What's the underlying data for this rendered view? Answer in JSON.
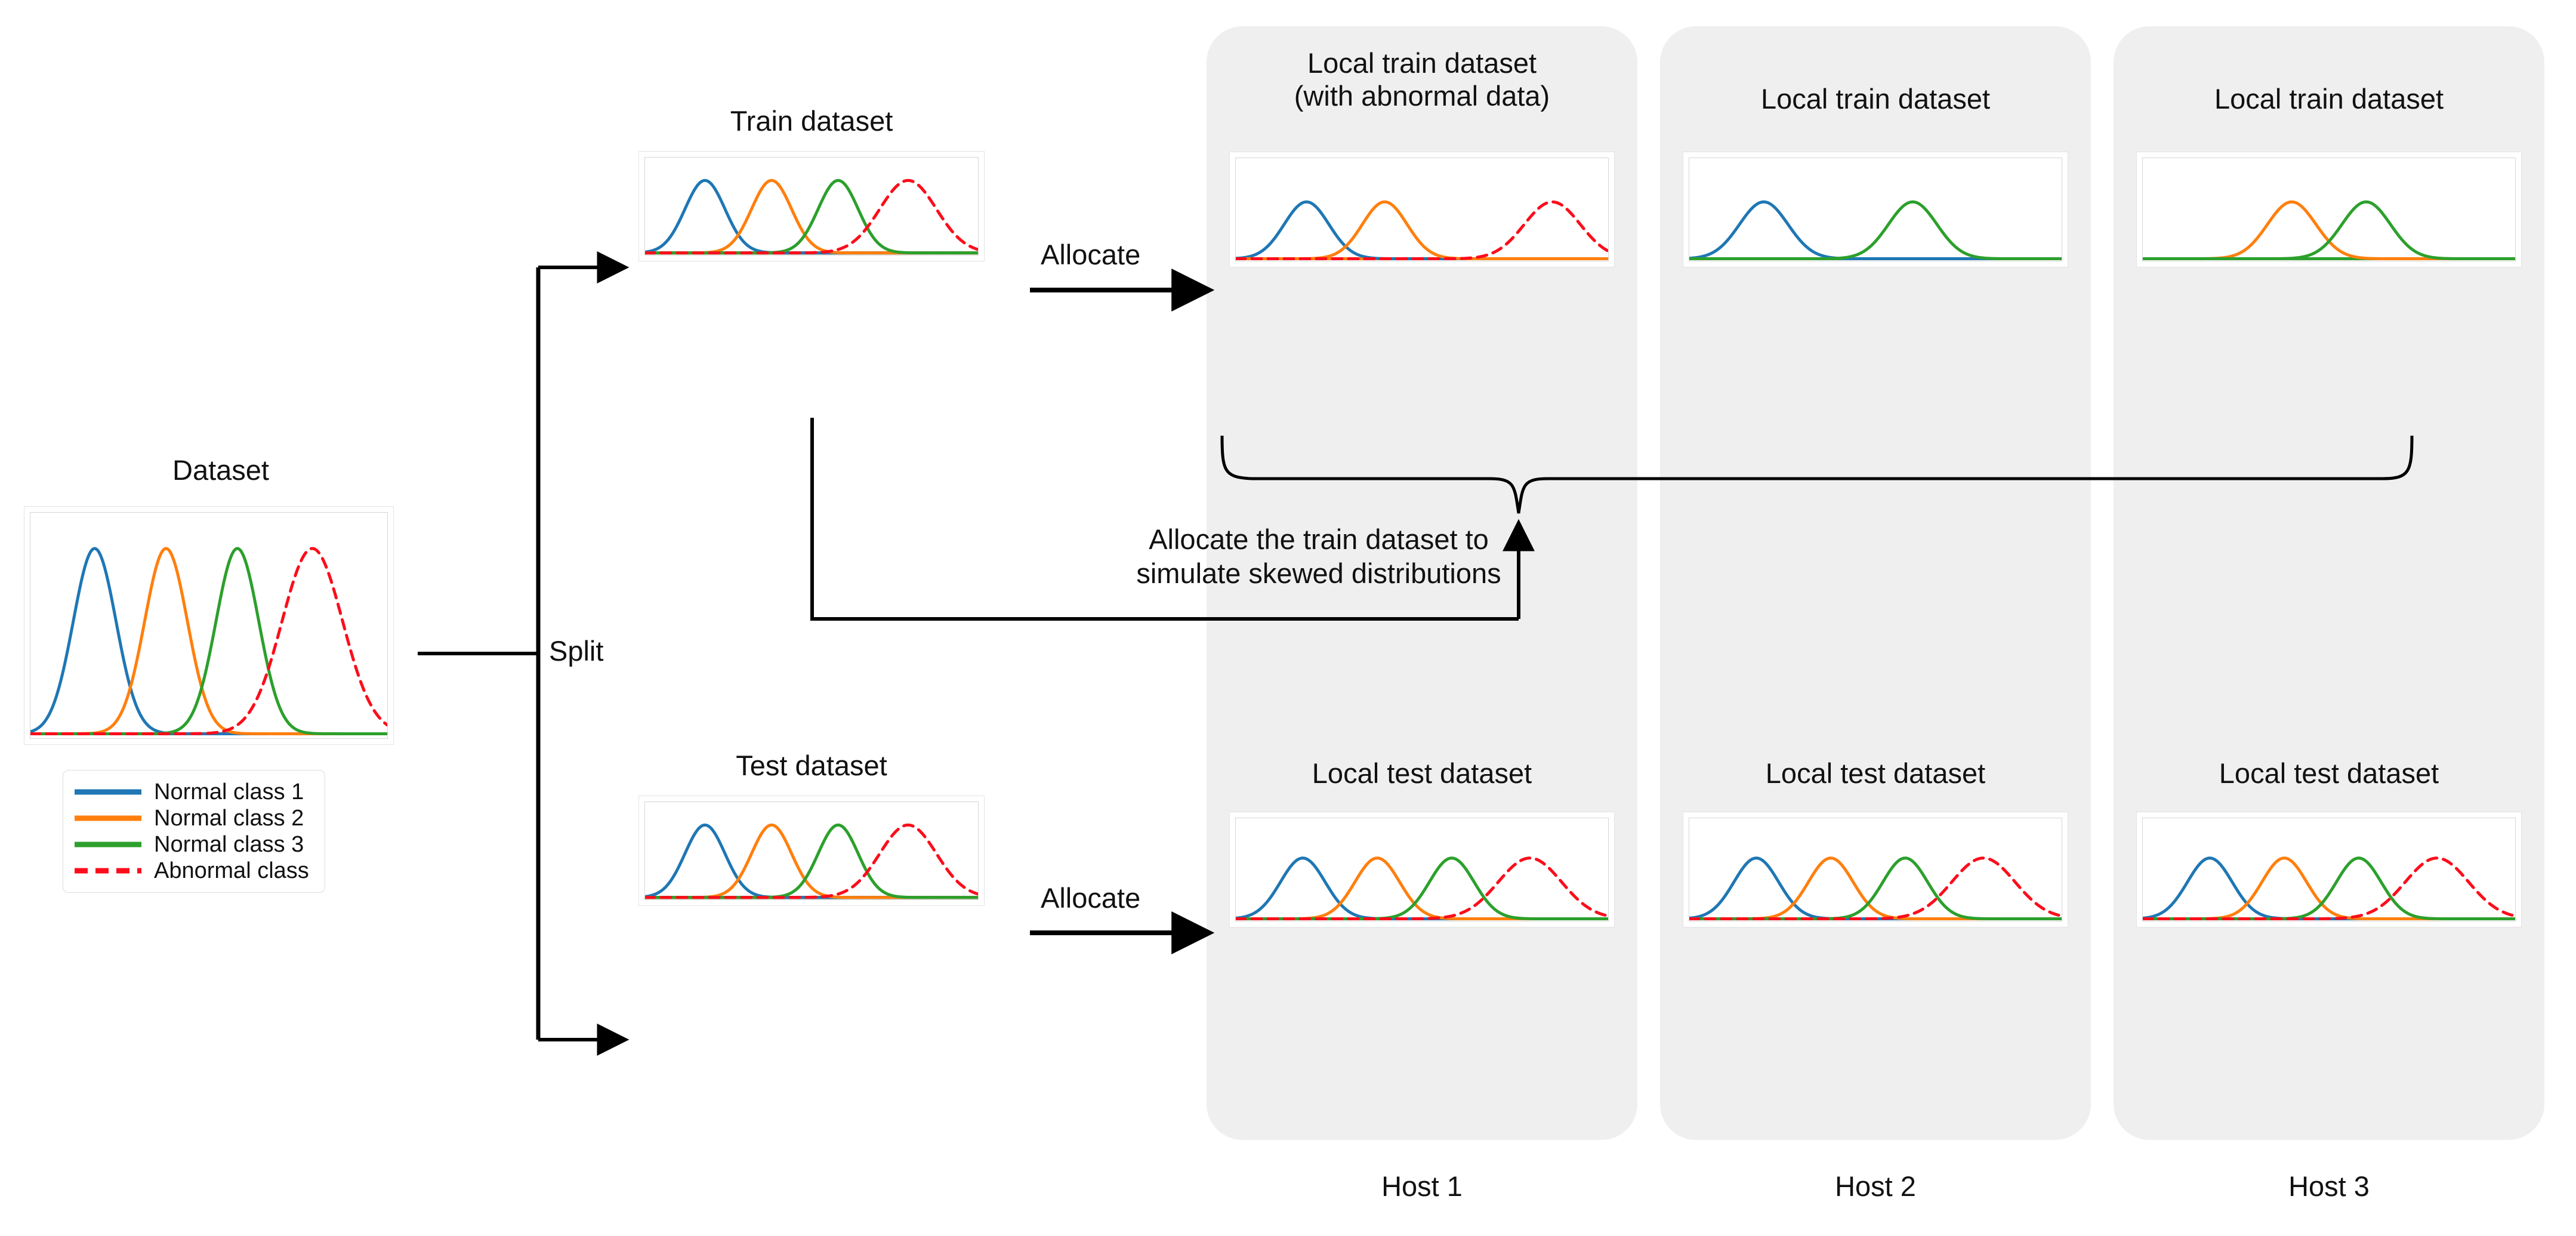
{
  "figure": {
    "title": "Federated dataset split and allocation diagram",
    "background": "#ffffff",
    "host_panel_color": "#efefef"
  },
  "colors": {
    "normal_class_1": "#1f77b4",
    "normal_class_2": "#ff7f0e",
    "normal_class_3": "#2ca02c",
    "abnormal_class": "#fc0d1b",
    "arrow": "#000000",
    "panel_gray": "#efefef",
    "frame_border": "#d6d6d6"
  },
  "legend": {
    "position": "below-dataset-panel",
    "entries": [
      {
        "label": "Normal class 1",
        "color": "#1f77b4",
        "style": "solid"
      },
      {
        "label": "Normal class 2",
        "color": "#ff7f0e",
        "style": "solid"
      },
      {
        "label": "Normal class 3",
        "color": "#2ca02c",
        "style": "solid"
      },
      {
        "label": "Abnormal class",
        "color": "#fc0d1b",
        "style": "dashed"
      }
    ]
  },
  "labels": {
    "dataset": "Dataset",
    "train_dataset": "Train dataset",
    "test_dataset": "Test dataset",
    "split": "Split",
    "allocate_train": "Allocate",
    "allocate_test": "Allocate",
    "skew_note": "Allocate the train dataset to\nsimulate skewed distributions",
    "local_train_host1": "Local train dataset\n(with abnormal data)",
    "local_train_host2": "Local train dataset",
    "local_train_host3": "Local train dataset",
    "local_test_host1": "Local test dataset",
    "local_test_host2": "Local test dataset",
    "local_test_host3": "Local test dataset",
    "host1": "Host 1",
    "host2": "Host 2",
    "host3": "Host 3"
  },
  "chart_data": [
    {
      "id": "dataset",
      "type": "line",
      "title": "Dataset",
      "xlabel": "",
      "ylabel": "",
      "xlim": [
        0,
        100
      ],
      "ylim": [
        0,
        1
      ],
      "grid": false,
      "legend_position": "below",
      "series": [
        {
          "name": "Normal class 1",
          "color": "#1f77b4",
          "style": "solid",
          "shape": "gaussian",
          "mean": 18,
          "sigma": 6.0,
          "peak": 0.86
        },
        {
          "name": "Normal class 2",
          "color": "#ff7f0e",
          "style": "solid",
          "shape": "gaussian",
          "mean": 38,
          "sigma": 6.0,
          "peak": 0.86
        },
        {
          "name": "Normal class 3",
          "color": "#2ca02c",
          "style": "solid",
          "shape": "gaussian",
          "mean": 58,
          "sigma": 6.0,
          "peak": 0.86
        },
        {
          "name": "Abnormal class",
          "color": "#fc0d1b",
          "style": "dashed",
          "shape": "gaussian",
          "mean": 79,
          "sigma": 8.5,
          "peak": 0.86
        }
      ]
    },
    {
      "id": "train_dataset",
      "type": "line",
      "title": "Train dataset",
      "xlim": [
        0,
        100
      ],
      "ylim": [
        0,
        1
      ],
      "grid": false,
      "series": [
        {
          "name": "Normal class 1",
          "color": "#1f77b4",
          "style": "solid",
          "shape": "gaussian",
          "mean": 18,
          "sigma": 6.0,
          "peak": 0.78
        },
        {
          "name": "Normal class 2",
          "color": "#ff7f0e",
          "style": "solid",
          "shape": "gaussian",
          "mean": 38,
          "sigma": 6.0,
          "peak": 0.78
        },
        {
          "name": "Normal class 3",
          "color": "#2ca02c",
          "style": "solid",
          "shape": "gaussian",
          "mean": 58,
          "sigma": 6.0,
          "peak": 0.78
        },
        {
          "name": "Abnormal class",
          "color": "#fc0d1b",
          "style": "dashed",
          "shape": "gaussian",
          "mean": 79,
          "sigma": 8.5,
          "peak": 0.78
        }
      ]
    },
    {
      "id": "test_dataset",
      "type": "line",
      "title": "Test dataset",
      "xlim": [
        0,
        100
      ],
      "ylim": [
        0,
        1
      ],
      "grid": false,
      "series": [
        {
          "name": "Normal class 1",
          "color": "#1f77b4",
          "style": "solid",
          "shape": "gaussian",
          "mean": 18,
          "sigma": 6.0,
          "peak": 0.78
        },
        {
          "name": "Normal class 2",
          "color": "#ff7f0e",
          "style": "solid",
          "shape": "gaussian",
          "mean": 38,
          "sigma": 6.0,
          "peak": 0.78
        },
        {
          "name": "Normal class 3",
          "color": "#2ca02c",
          "style": "solid",
          "shape": "gaussian",
          "mean": 58,
          "sigma": 6.0,
          "peak": 0.78
        },
        {
          "name": "Abnormal class",
          "color": "#fc0d1b",
          "style": "dashed",
          "shape": "gaussian",
          "mean": 79,
          "sigma": 8.5,
          "peak": 0.78
        }
      ]
    },
    {
      "id": "local_train_host1",
      "type": "line",
      "title": "Local train dataset (with abnormal data)",
      "xlim": [
        0,
        100
      ],
      "ylim": [
        0,
        1
      ],
      "grid": false,
      "series": [
        {
          "name": "Normal class 1",
          "color": "#1f77b4",
          "style": "solid",
          "shape": "gaussian",
          "mean": 19,
          "sigma": 6.0,
          "peak": 0.58
        },
        {
          "name": "Normal class 2",
          "color": "#ff7f0e",
          "style": "solid",
          "shape": "gaussian",
          "mean": 40,
          "sigma": 6.0,
          "peak": 0.58
        },
        {
          "name": "Abnormal class",
          "color": "#fc0d1b",
          "style": "dashed",
          "shape": "gaussian",
          "mean": 85,
          "sigma": 7.5,
          "peak": 0.58
        }
      ]
    },
    {
      "id": "local_train_host2",
      "type": "line",
      "title": "Local train dataset",
      "xlim": [
        0,
        100
      ],
      "ylim": [
        0,
        1
      ],
      "grid": false,
      "series": [
        {
          "name": "Normal class 1",
          "color": "#1f77b4",
          "style": "solid",
          "shape": "gaussian",
          "mean": 20,
          "sigma": 6.5,
          "peak": 0.58
        },
        {
          "name": "Normal class 3",
          "color": "#2ca02c",
          "style": "solid",
          "shape": "gaussian",
          "mean": 60,
          "sigma": 6.5,
          "peak": 0.58
        }
      ]
    },
    {
      "id": "local_train_host3",
      "type": "line",
      "title": "Local train dataset",
      "xlim": [
        0,
        100
      ],
      "ylim": [
        0,
        1
      ],
      "grid": false,
      "series": [
        {
          "name": "Normal class 2",
          "color": "#ff7f0e",
          "style": "solid",
          "shape": "gaussian",
          "mean": 40,
          "sigma": 6.5,
          "peak": 0.58
        },
        {
          "name": "Normal class 3",
          "color": "#2ca02c",
          "style": "solid",
          "shape": "gaussian",
          "mean": 60,
          "sigma": 6.5,
          "peak": 0.58
        }
      ]
    },
    {
      "id": "local_test_host1",
      "type": "line",
      "title": "Local test dataset",
      "xlim": [
        0,
        100
      ],
      "ylim": [
        0,
        1
      ],
      "grid": false,
      "series": [
        {
          "name": "Normal class 1",
          "color": "#1f77b4",
          "style": "solid",
          "shape": "gaussian",
          "mean": 18,
          "sigma": 6.0,
          "peak": 0.62
        },
        {
          "name": "Normal class 2",
          "color": "#ff7f0e",
          "style": "solid",
          "shape": "gaussian",
          "mean": 38,
          "sigma": 6.0,
          "peak": 0.62
        },
        {
          "name": "Normal class 3",
          "color": "#2ca02c",
          "style": "solid",
          "shape": "gaussian",
          "mean": 58,
          "sigma": 6.0,
          "peak": 0.62
        },
        {
          "name": "Abnormal class",
          "color": "#fc0d1b",
          "style": "dashed",
          "shape": "gaussian",
          "mean": 79,
          "sigma": 8.5,
          "peak": 0.62
        }
      ]
    },
    {
      "id": "local_test_host2",
      "type": "line",
      "title": "Local test dataset",
      "xlim": [
        0,
        100
      ],
      "ylim": [
        0,
        1
      ],
      "grid": false,
      "series": [
        {
          "name": "Normal class 1",
          "color": "#1f77b4",
          "style": "solid",
          "shape": "gaussian",
          "mean": 18,
          "sigma": 6.0,
          "peak": 0.62
        },
        {
          "name": "Normal class 2",
          "color": "#ff7f0e",
          "style": "solid",
          "shape": "gaussian",
          "mean": 38,
          "sigma": 6.0,
          "peak": 0.62
        },
        {
          "name": "Normal class 3",
          "color": "#2ca02c",
          "style": "solid",
          "shape": "gaussian",
          "mean": 58,
          "sigma": 6.0,
          "peak": 0.62
        },
        {
          "name": "Abnormal class",
          "color": "#fc0d1b",
          "style": "dashed",
          "shape": "gaussian",
          "mean": 79,
          "sigma": 8.5,
          "peak": 0.62
        }
      ]
    },
    {
      "id": "local_test_host3",
      "type": "line",
      "title": "Local test dataset",
      "xlim": [
        0,
        100
      ],
      "ylim": [
        0,
        1
      ],
      "grid": false,
      "series": [
        {
          "name": "Normal class 1",
          "color": "#1f77b4",
          "style": "solid",
          "shape": "gaussian",
          "mean": 18,
          "sigma": 6.0,
          "peak": 0.62
        },
        {
          "name": "Normal class 2",
          "color": "#ff7f0e",
          "style": "solid",
          "shape": "gaussian",
          "mean": 38,
          "sigma": 6.0,
          "peak": 0.62
        },
        {
          "name": "Normal class 3",
          "color": "#2ca02c",
          "style": "solid",
          "shape": "gaussian",
          "mean": 58,
          "sigma": 6.0,
          "peak": 0.62
        },
        {
          "name": "Abnormal class",
          "color": "#fc0d1b",
          "style": "dashed",
          "shape": "gaussian",
          "mean": 79,
          "sigma": 8.5,
          "peak": 0.62
        }
      ]
    }
  ]
}
